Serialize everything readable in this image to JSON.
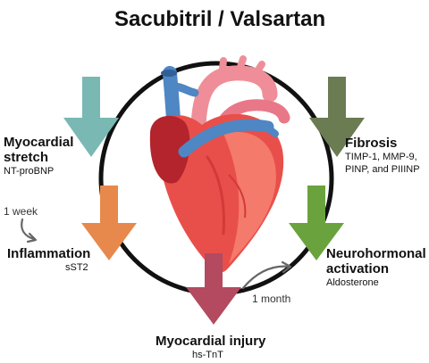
{
  "title": "Sacubitril / Valsartan",
  "colors": {
    "circle": "#111111",
    "teal": "#79b8b3",
    "olive": "#6b7b52",
    "orange": "#e7894c",
    "green": "#6aa33d",
    "maroon": "#b34a60",
    "connector": "#666666"
  },
  "icons": {
    "heart": "heart-icon",
    "arrows": "arrow-down-icon",
    "connectors": "curved-arrow-icon"
  },
  "labels": {
    "myocardial_stretch": {
      "title_line1": "Myocardial",
      "title_line2": "stretch",
      "subtitle": "NT-proBNP"
    },
    "fibrosis": {
      "title": "Fibrosis",
      "subtitle_line1": "TIMP-1, MMP-9,",
      "subtitle_line2": "PINP, and PIIINP"
    },
    "inflammation": {
      "title": "Inflammation",
      "subtitle": "sST2"
    },
    "neurohormonal": {
      "title_line1": "Neurohormonal",
      "title_line2": "activation",
      "subtitle": "Aldosterone"
    },
    "myocardial_injury": {
      "title": "Myocardial injury",
      "subtitle": "hs-TnT"
    }
  },
  "connectors": {
    "week": "1 week",
    "month": "1 month"
  }
}
